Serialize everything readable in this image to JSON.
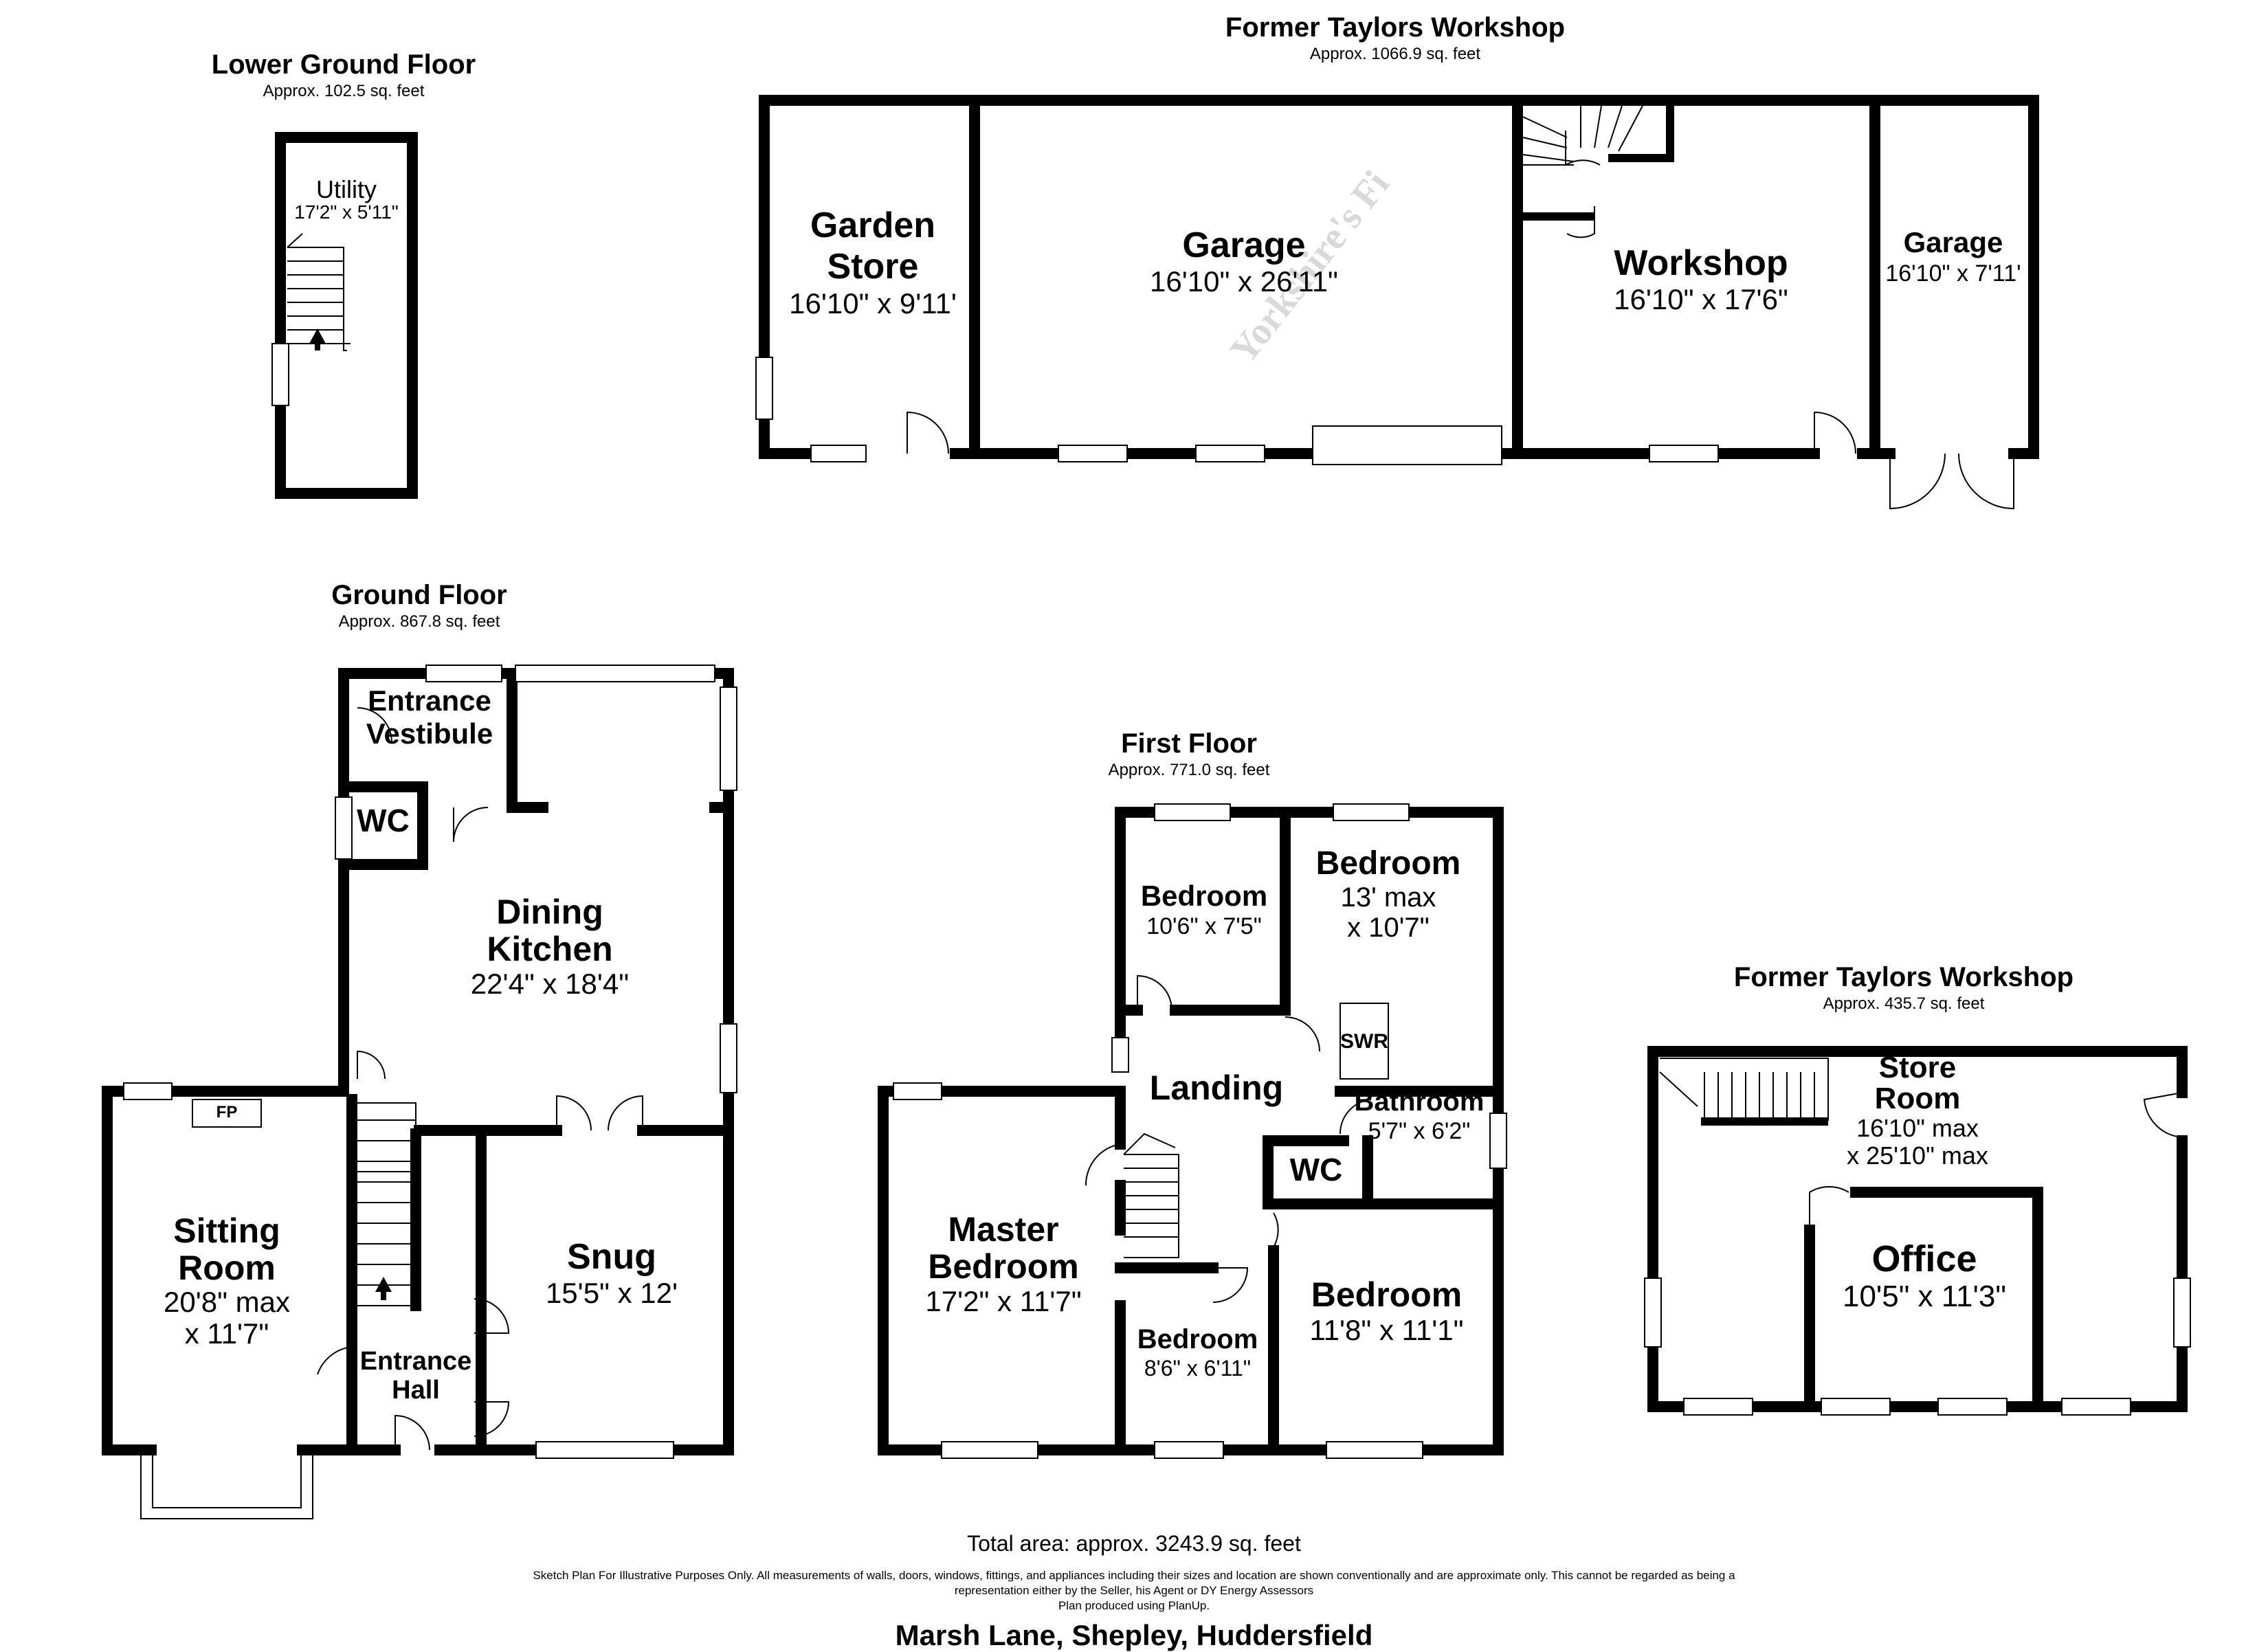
{
  "floors": {
    "lower_ground": {
      "title": "Lower Ground Floor",
      "area": "Approx. 102.5 sq. feet"
    },
    "workshop_top": {
      "title": "Former Taylors Workshop",
      "area": "Approx. 1066.9 sq. feet"
    },
    "ground": {
      "title": "Ground Floor",
      "area": "Approx. 867.8 sq. feet"
    },
    "first": {
      "title": "First Floor",
      "area": "Approx. 771.0 sq. feet"
    },
    "workshop_right": {
      "title": "Former Taylors Workshop",
      "area": "Approx. 435.7 sq. feet"
    }
  },
  "rooms": {
    "utility": {
      "name": "Utility",
      "dims": "17'2\" x 5'11\""
    },
    "garden_store": {
      "name1": "Garden",
      "name2": "Store",
      "dims": "16'10\" x 9'11'"
    },
    "garage_main": {
      "name": "Garage",
      "dims": "16'10\" x 26'11\""
    },
    "workshop": {
      "name": "Workshop",
      "dims": "16'10\" x 17'6\""
    },
    "garage_small": {
      "name": "Garage",
      "dims": "16'10\" x 7'11'"
    },
    "entrance_vestibule": {
      "name1": "Entrance",
      "name2": "Vestibule"
    },
    "wc_ground": {
      "name": "WC"
    },
    "dining_kitchen": {
      "name1": "Dining",
      "name2": "Kitchen",
      "dims": "22'4\" x 18'4\""
    },
    "sitting_room": {
      "name1": "Sitting",
      "name2": "Room",
      "dims1": "20'8\" max",
      "dims2": "x 11'7\""
    },
    "fireplace": {
      "label": "FP"
    },
    "snug": {
      "name": "Snug",
      "dims": "15'5\" x 12'"
    },
    "entrance_hall": {
      "name1": "Entrance",
      "name2": "Hall"
    },
    "bedroom_a": {
      "name": "Bedroom",
      "dims": "10'6\" x 7'5\""
    },
    "bedroom_b": {
      "name": "Bedroom",
      "dims1": "13' max",
      "dims2": "x 10'7\""
    },
    "landing": {
      "name": "Landing"
    },
    "shower": {
      "label": "SWR"
    },
    "bathroom": {
      "name": "Bathroom",
      "dims": "5'7\" x 6'2\""
    },
    "wc_first": {
      "name": "WC"
    },
    "master_bedroom": {
      "name1": "Master",
      "name2": "Bedroom",
      "dims": "17'2\" x 11'7\""
    },
    "bedroom_c": {
      "name": "Bedroom",
      "dims": "8'6\" x 6'11\""
    },
    "bedroom_d": {
      "name": "Bedroom",
      "dims": "11'8\" x 11'1\""
    },
    "store_room": {
      "name1": "Store",
      "name2": "Room",
      "dims1": "16'10\" max",
      "dims2": "x 25'10\" max"
    },
    "office": {
      "name": "Office",
      "dims": "10'5\" x 11'3\""
    }
  },
  "watermark": "Yorkshire's Fi",
  "footer": {
    "total": "Total area: approx. 3243.9 sq. feet",
    "disclaimer1": "Sketch Plan For Illustrative Purposes Only. All measurements of walls, doors, windows, fittings, and appliances including their sizes and location are shown conventionally and are approximate only. This cannot be regarded as being a",
    "disclaimer2": "representation either by the Seller, his Agent or DY Energy Assessors",
    "disclaimer3": "Plan produced using PlanUp.",
    "address": "Marsh Lane, Shepley, Huddersfield"
  },
  "colors": {
    "wall": "#000000",
    "window": "#ffffff",
    "watermark": "#d9d9d9"
  }
}
